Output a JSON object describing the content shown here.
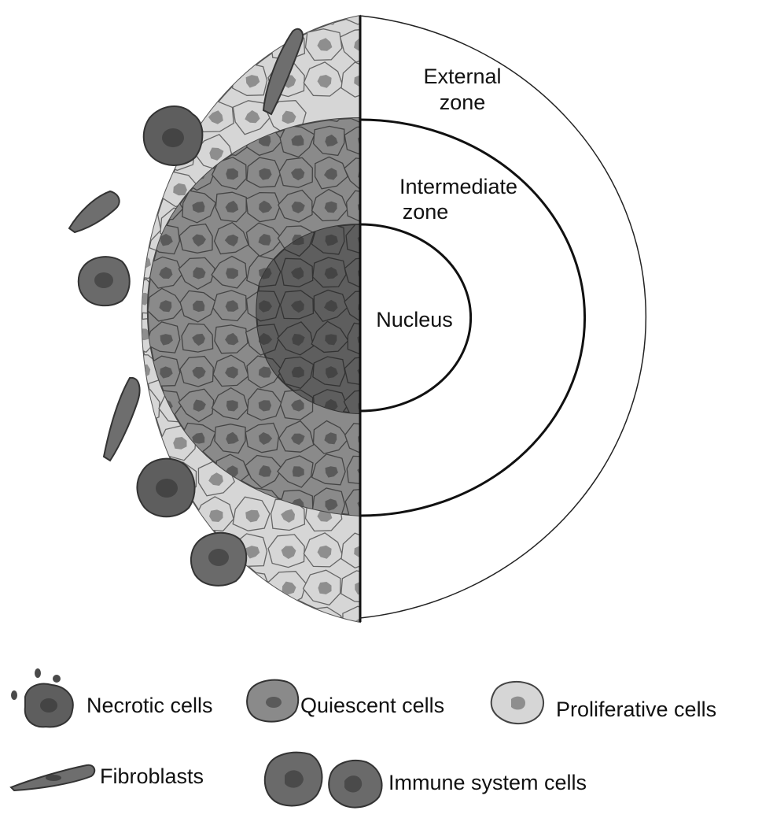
{
  "zones": {
    "external_line1": "External",
    "external_line2": "zone",
    "intermediate_line1": "Intermediate",
    "intermediate_line2": "zone",
    "nucleus": "Nucleus"
  },
  "legend": {
    "necrotic": "Necrotic cells",
    "quiescent": "Quiescent cells",
    "proliferative": "Proliferative cells",
    "fibroblasts": "Fibroblasts",
    "immune": "Immune system cells"
  },
  "colors": {
    "proliferative_fill": "#d6d6d6",
    "proliferative_nucleus": "#8e8e8e",
    "quiescent_fill": "#8a8a8a",
    "quiescent_nucleus": "#5a5a5a",
    "necrotic_fill": "#5e5e5e",
    "necrotic_nucleus": "#444444",
    "outline": "#333333"
  }
}
